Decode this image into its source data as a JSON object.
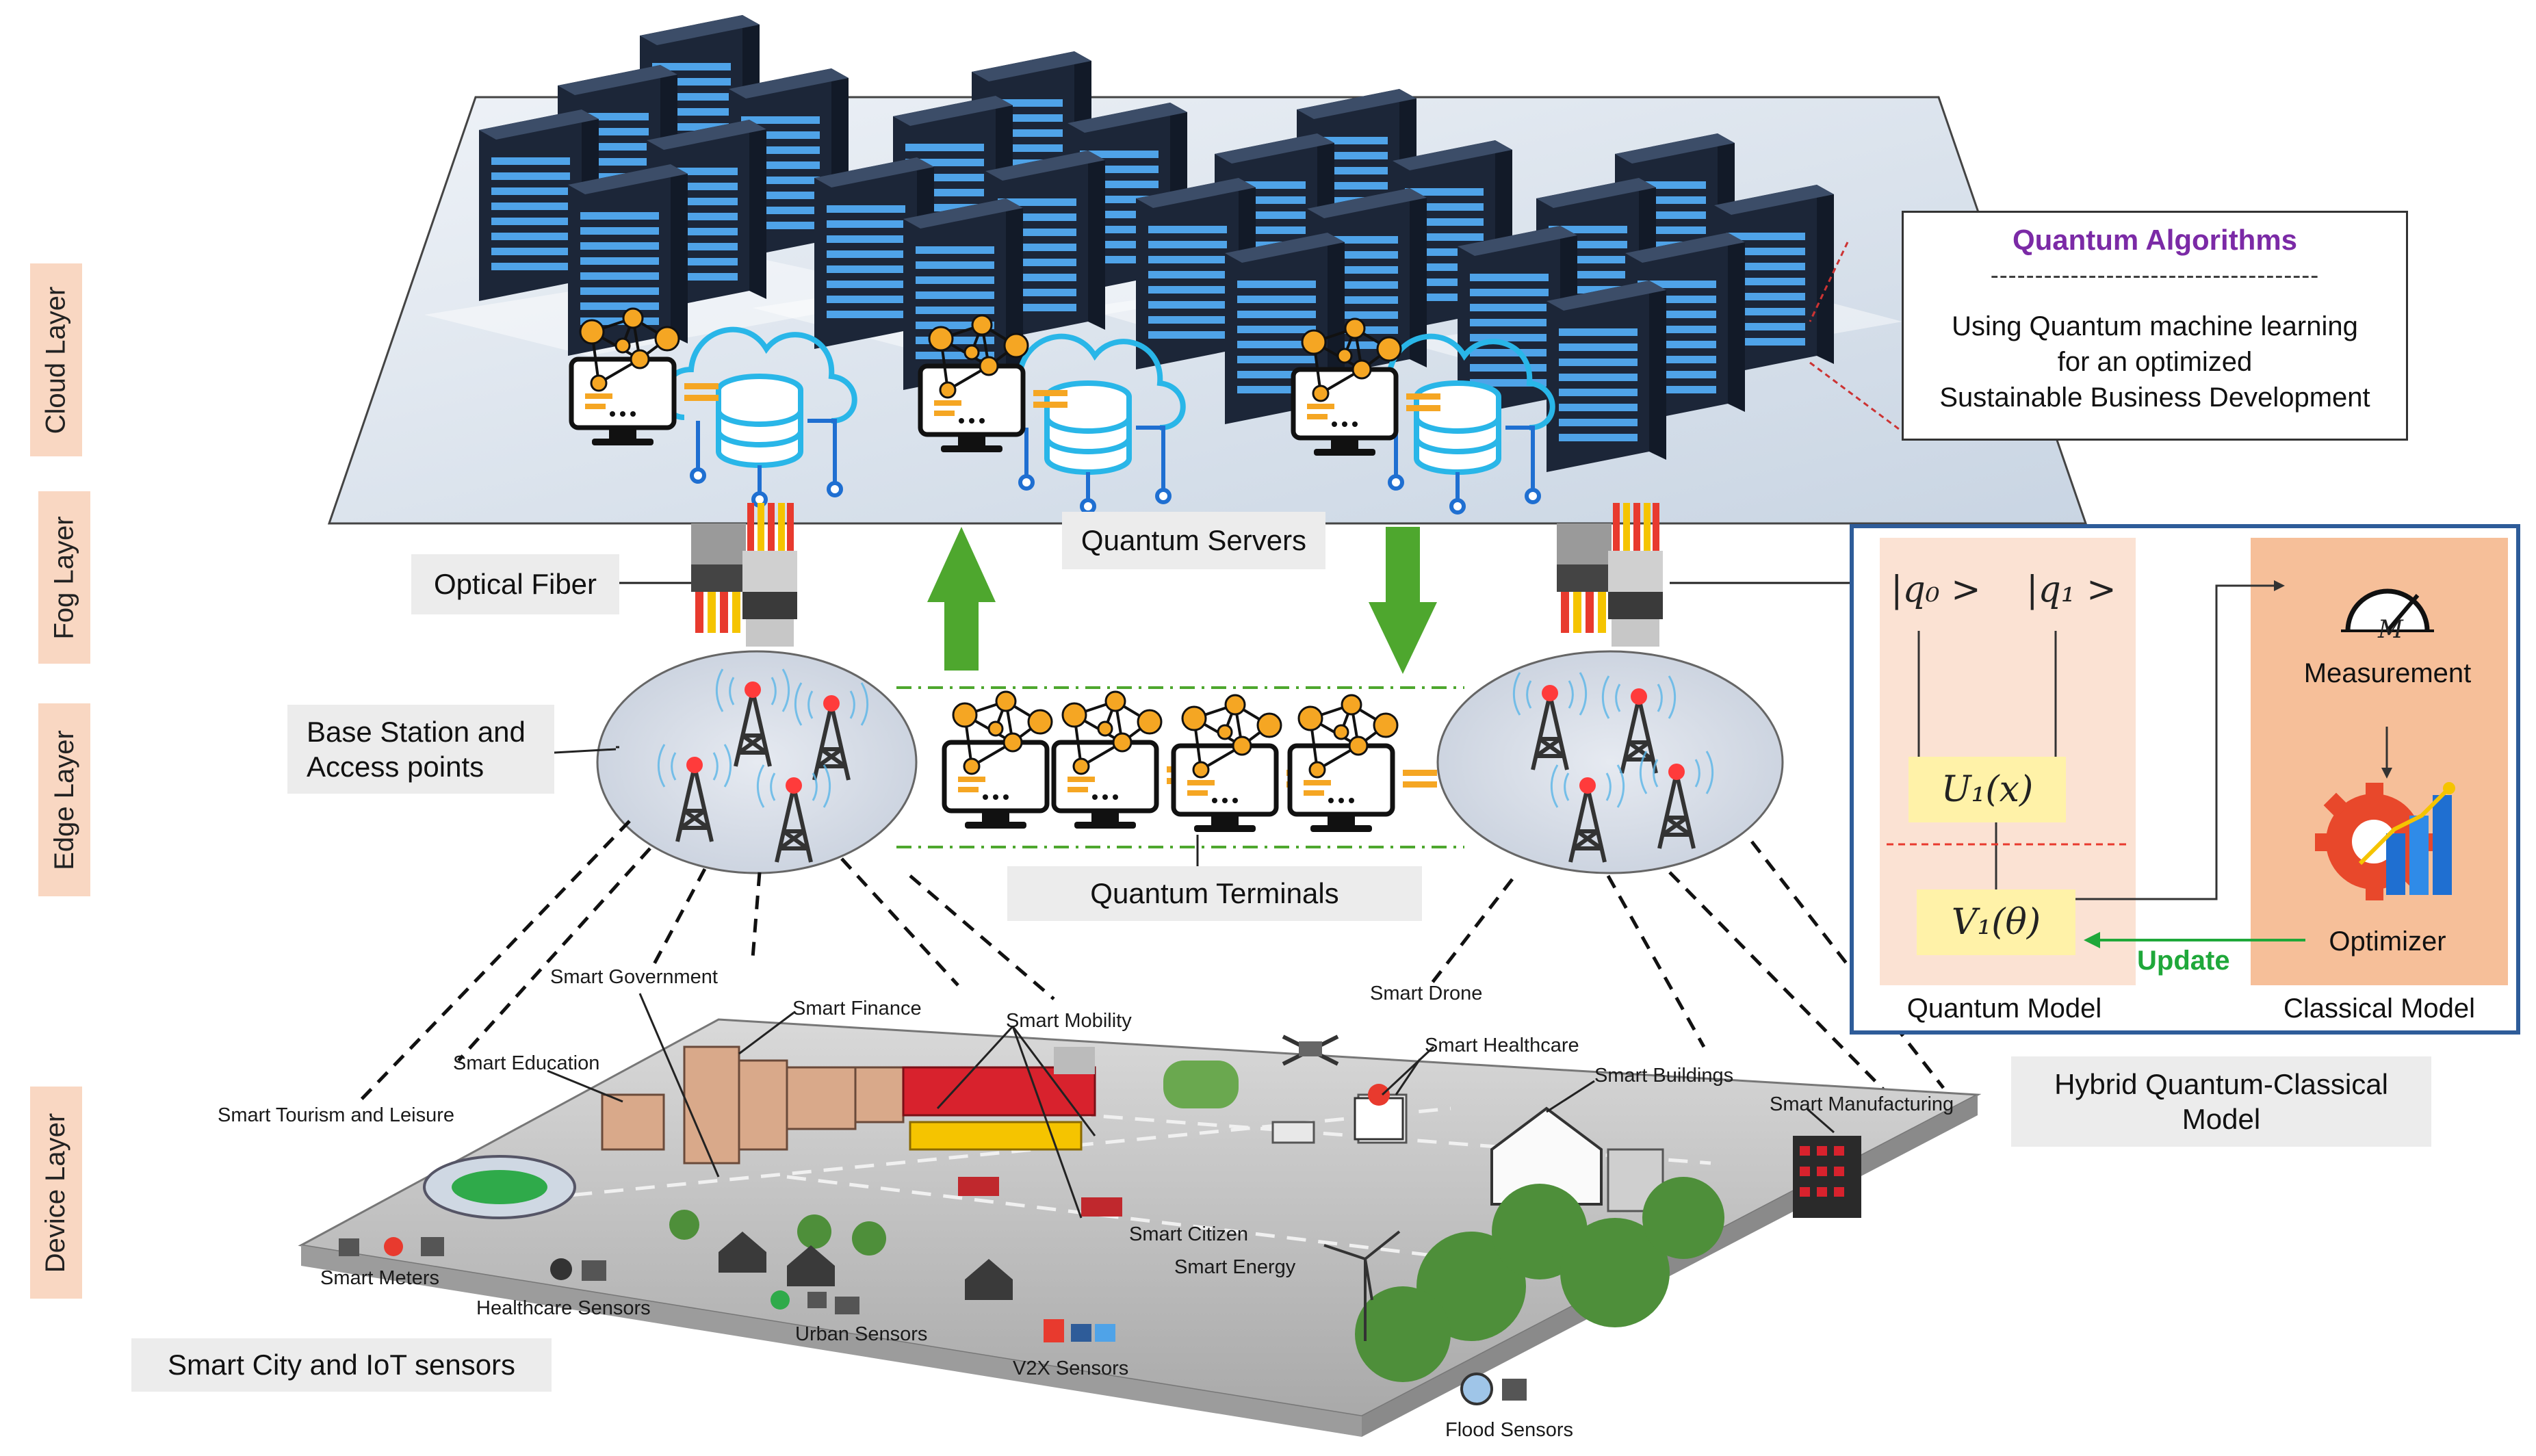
{
  "layers": [
    "Cloud Layer",
    "Fog Layer",
    "Edge Layer",
    "Device Layer"
  ],
  "labels": {
    "optical_fiber": "Optical Fiber",
    "quantum_servers": "Quantum  Servers",
    "base_station": "Base Station and\nAccess points",
    "quantum_terminals": "Quantum  Terminals",
    "smart_city_iot": "Smart City and IoT  sensors",
    "hybrid_model": "Hybrid Quantum-Classical\nModel"
  },
  "quantum_algorithms": {
    "title": "Quantum Algorithms",
    "dashes": "-------------------------------------",
    "body": "Using Quantum  machine learning\nfor an optimized\nSustainable Business Development"
  },
  "hybrid": {
    "q0": "|q₀ >",
    "q1": "|q₁ >",
    "u1": "U₁(x)",
    "v1": "V₁(θ)",
    "m_symbol": "M",
    "measurement": "Measurement",
    "optimizer": "Optimizer",
    "update": "Update",
    "quantum_model": "Quantum  Model",
    "classical_model": "Classical Model"
  },
  "city_labels": [
    "Smart Government",
    "Smart Finance",
    "Smart Mobility",
    "Smart Education",
    "Smart Tourism and Leisure",
    "Smart Drone",
    "Smart Healthcare",
    "Smart Buildings",
    "Smart Manufacturing",
    "Smart Citizen",
    "Smart Energy",
    "Smart Meters",
    "Healthcare Sensors",
    "Urban Sensors",
    "V2X Sensors",
    "Flood Sensors"
  ],
  "colors": {
    "layer_tag": "#f9d7c2",
    "label_box": "#ececec",
    "arrow_green": "#4ea72e",
    "update_green": "#1fa83a",
    "algo_purple": "#7b2aa6",
    "hybrid_border": "#2e5c99",
    "model_panel": "#f9d7c2",
    "classical_panel": "#f4b183",
    "gate_fill": "#fff2a8",
    "node_orange": "#f5a623",
    "server_blue": "#4fa3e8"
  },
  "icons": [
    "server-rack-icon",
    "cloud-database-icon",
    "computer-network-icon",
    "cell-tower-icon",
    "meter-gauge-icon",
    "gear-chart-icon"
  ]
}
